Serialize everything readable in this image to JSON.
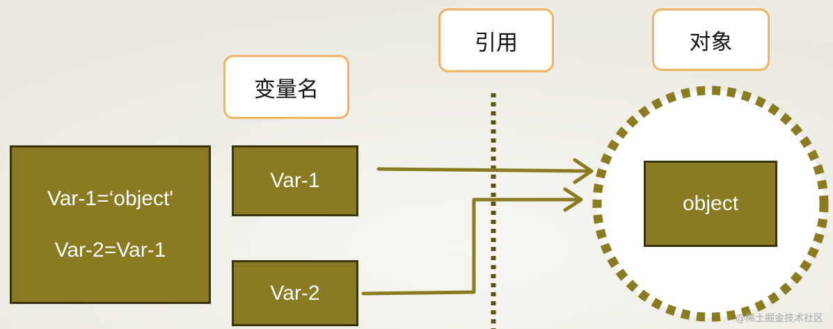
{
  "labels": {
    "variable_name": "变量名",
    "reference": "引用",
    "object": "对象"
  },
  "code_box": {
    "line1": "Var-1=‘object'",
    "line2": "Var-2=Var-1"
  },
  "variables": {
    "var1": "Var-1",
    "var2": "Var-2"
  },
  "object_box": {
    "text": "object"
  },
  "watermark": "@稀土掘金技术社区",
  "colors": {
    "olive": "#8a7a22",
    "olive_border": "#3a340c",
    "label_border": "#f3b25e",
    "dotted": "#5a5216",
    "background": "#f2f1ec"
  }
}
